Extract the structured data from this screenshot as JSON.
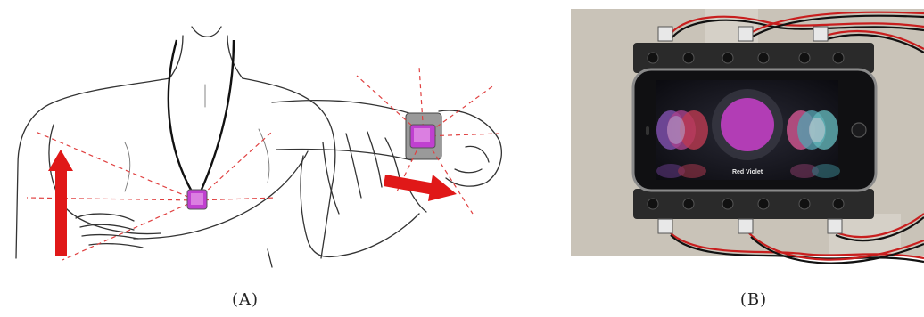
{
  "figure": {
    "panel_a": {
      "caption": "(A)",
      "illustrations": [
        {
          "subject": "pendant-worn-on-chest",
          "gesture": "upward-arrow"
        },
        {
          "subject": "wristwatch-on-arm",
          "gesture": "rightward-arrow"
        }
      ],
      "colors": {
        "device": "#c040d0",
        "arrow": "#e01818",
        "ray": "#e04040"
      }
    },
    "panel_b": {
      "caption": "(B)",
      "screen_label": "Red Violet",
      "colors": {
        "board": "#c9c3b8",
        "sensor": "#2a2a2a",
        "wire_red": "#c81e1e",
        "wire_black": "#111111",
        "circle_main": "#b23db5"
      }
    }
  }
}
